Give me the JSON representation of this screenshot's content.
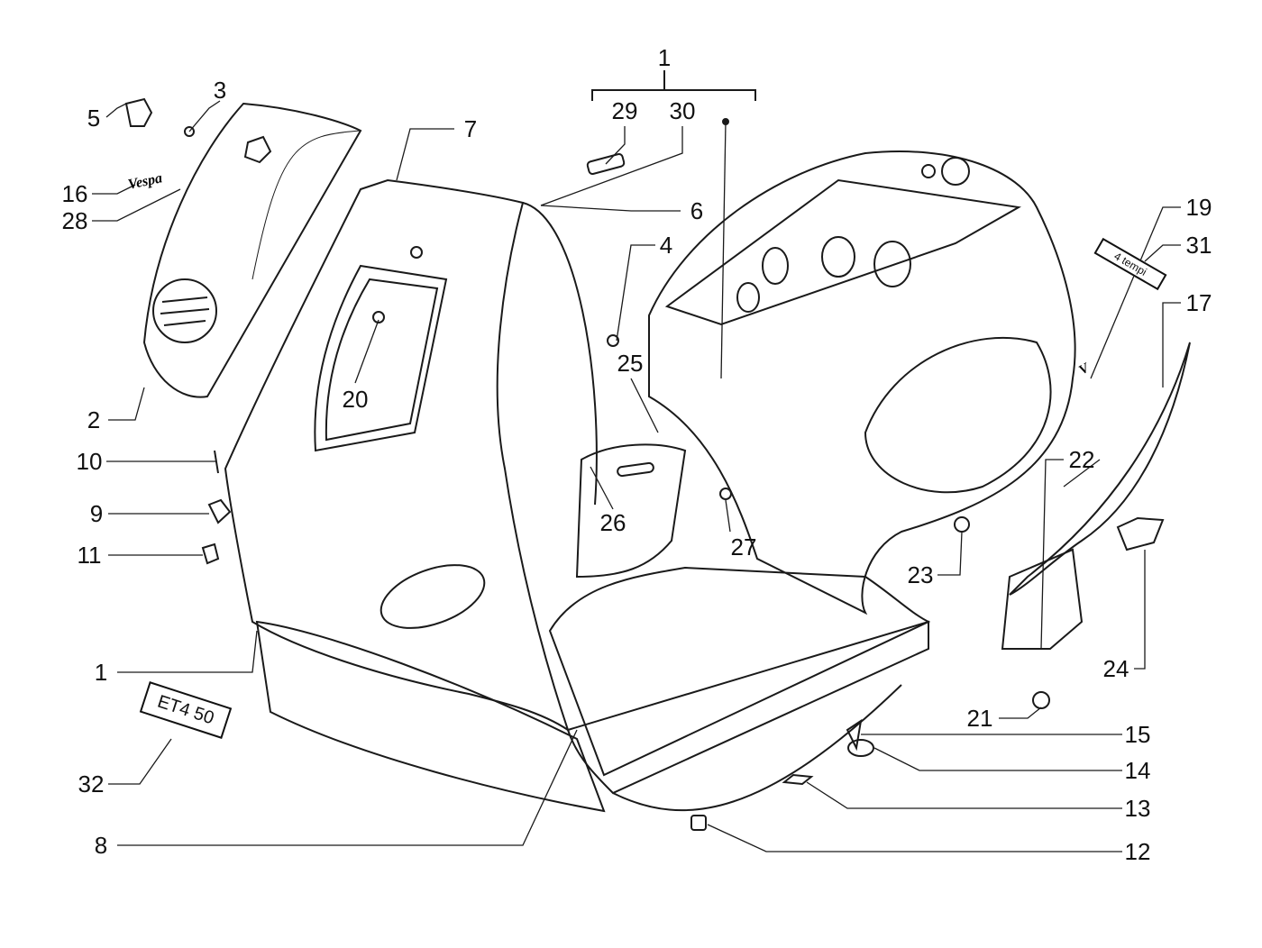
{
  "diagram": {
    "type": "exploded parts diagram",
    "callouts": {
      "c1_top": "1",
      "c29": "29",
      "c30": "30",
      "c3": "3",
      "c5": "5",
      "c7": "7",
      "c16": "16",
      "c28": "28",
      "c6": "6",
      "c4": "4",
      "c19": "19",
      "c31": "31",
      "c17": "17",
      "c25": "25",
      "c20": "20",
      "c2": "2",
      "c10": "10",
      "c22": "22",
      "c9": "9",
      "c26": "26",
      "c27": "27",
      "c11": "11",
      "c23": "23",
      "c24": "24",
      "c1_left": "1",
      "c21": "21",
      "c15": "15",
      "c14": "14",
      "c32": "32",
      "c13": "13",
      "c8": "8",
      "c12": "12"
    },
    "stickers": {
      "model_badge": "ET4 50",
      "engine_badge": "4 tempi",
      "logo_badge": "Vespa"
    },
    "line_color": "#1a1a1a"
  }
}
